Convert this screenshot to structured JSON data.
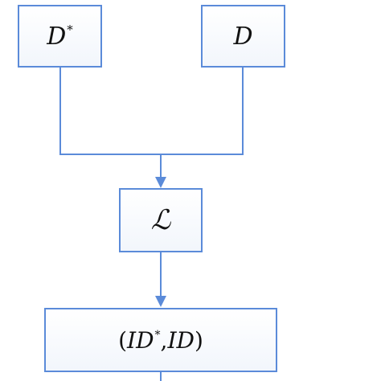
{
  "nodes": {
    "d_star": {
      "base": "D",
      "sup": "*"
    },
    "d": {
      "label": "D"
    },
    "l": {
      "label": "ℒ"
    },
    "id_pair": {
      "open": "(",
      "first": "ID",
      "first_sup": "*",
      "separator": ",",
      "second": "ID",
      "close": ")"
    }
  },
  "colors": {
    "line": "#5b8bd9",
    "box_border": "#5b8bd9"
  }
}
